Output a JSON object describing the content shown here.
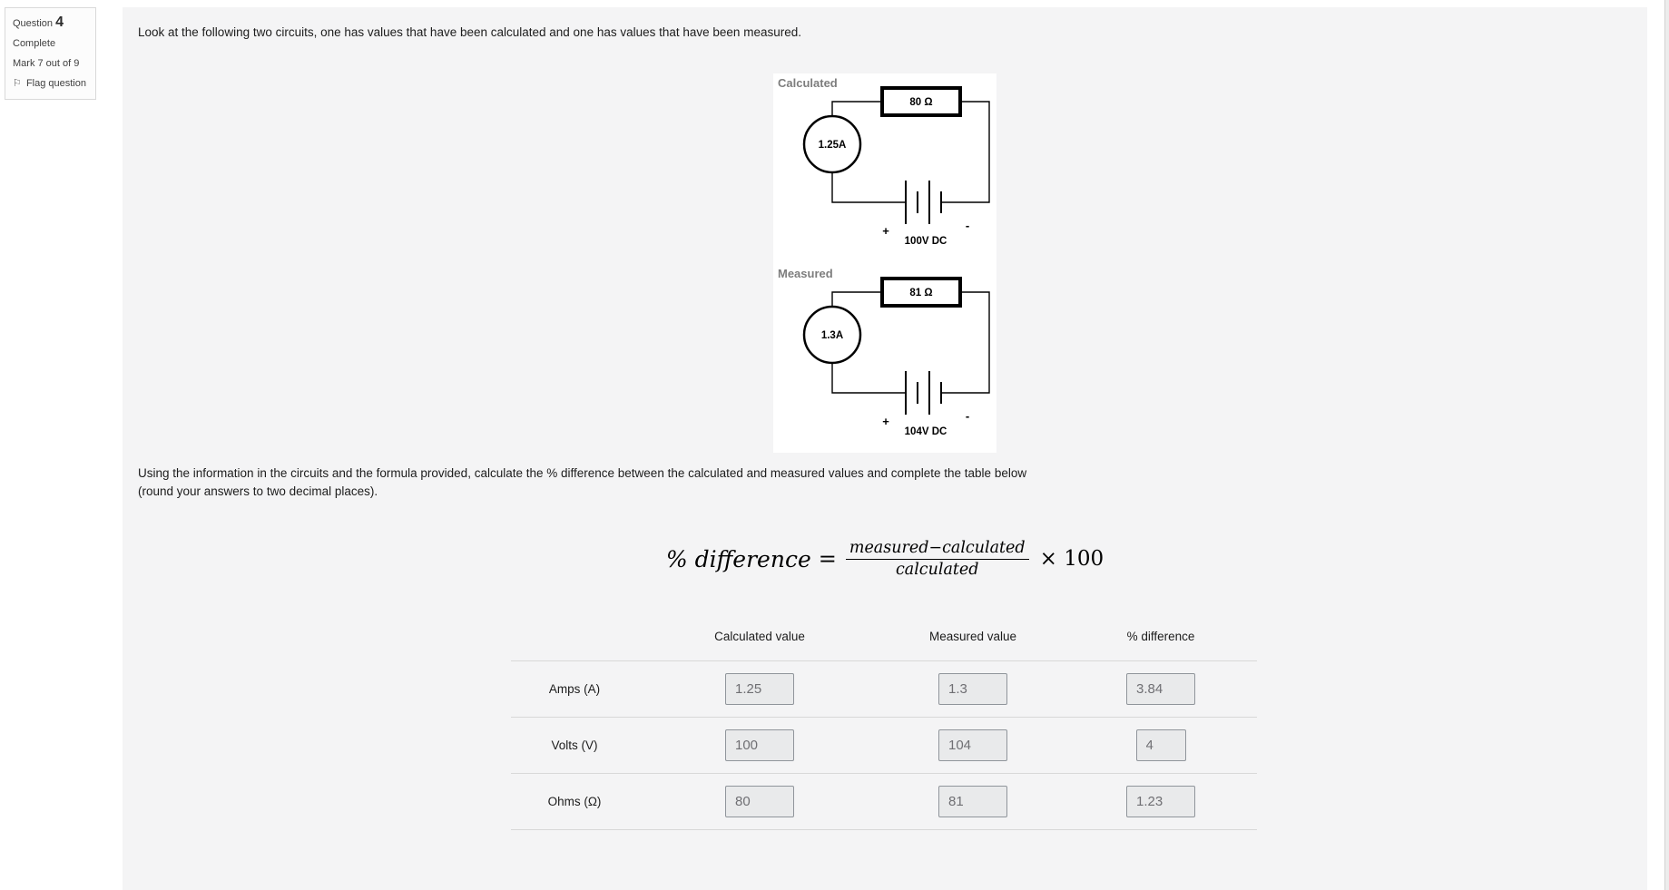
{
  "question_info": {
    "question_label": "Question",
    "question_number": "4",
    "status": "Complete",
    "mark": "Mark 7 out of 9",
    "flag_glyph": "⚐",
    "flag_label": "Flag question"
  },
  "question": {
    "intro": "Look at the following two circuits, one has values that have been calculated and one has values that have been measured.",
    "instruction_line1": "Using the information in the circuits and the formula provided, calculate the % difference between the calculated and measured values and complete the table below",
    "instruction_line2": "(round your answers to two decimal places)."
  },
  "circuits": [
    {
      "label": "Calculated",
      "resistance": "80 Ω",
      "current": "1.25A",
      "voltage": "100V DC",
      "plus": "+",
      "minus": "-"
    },
    {
      "label": "Measured",
      "resistance": "81 Ω",
      "current": "1.3A",
      "voltage": "104V DC",
      "plus": "+",
      "minus": "-"
    }
  ],
  "formula": {
    "lhs": "% difference",
    "equals": "=",
    "numerator": "measured−calculated",
    "denominator": "calculated",
    "times": "× 100"
  },
  "table": {
    "headers": [
      "Calculated value",
      "Measured value",
      "% difference"
    ],
    "rows": [
      {
        "label": "Amps (A)",
        "calculated": "1.25",
        "measured": "1.3",
        "difference": "3.84"
      },
      {
        "label": "Volts (V)",
        "calculated": "100",
        "measured": "104",
        "difference": "4"
      },
      {
        "label": "Ohms (Ω)",
        "calculated": "80",
        "measured": "81",
        "difference": "1.23"
      }
    ]
  },
  "colors": {
    "content_bg": "#f4f4f5",
    "panel_bg": "#ffffff",
    "divider": "#d8d8d8",
    "input_bg": "#e9eaeb",
    "input_border": "#90959b",
    "input_text": "#6f6f73",
    "muted_label": "#7d7d7d"
  }
}
